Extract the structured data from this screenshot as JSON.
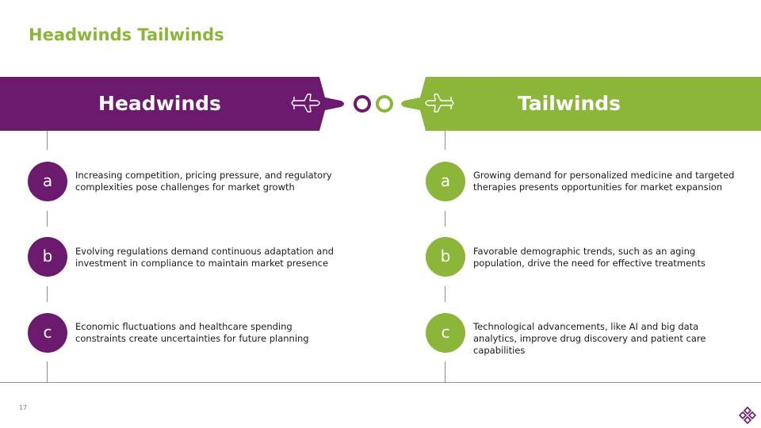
{
  "slide": {
    "title": "Headwinds Tailwinds",
    "page_number": "17"
  },
  "headwinds": {
    "heading": "Headwinds",
    "items": [
      {
        "letter": "a",
        "text": "Increasing competition, pricing pressure, and regulatory complexities pose challenges for market growth"
      },
      {
        "letter": "b",
        "text": "Evolving regulations demand continuous adaptation and investment in compliance to maintain market presence"
      },
      {
        "letter": "c",
        "text": "Economic fluctuations and healthcare spending constraints create uncertainties for future planning"
      }
    ]
  },
  "tailwinds": {
    "heading": "Tailwinds",
    "items": [
      {
        "letter": "a",
        "text": "Growing demand for personalized medicine and targeted therapies presents opportunities for market expansion"
      },
      {
        "letter": "b",
        "text": "Favorable demographic trends, such as an aging population, drive the need for effective treatments"
      },
      {
        "letter": "c",
        "text": "Technological advancements, like AI and big data analytics, improve drug discovery and patient care capabilities"
      }
    ]
  },
  "colors": {
    "purple": "#6b1a6e",
    "green": "#8bb63a",
    "title_green": "#8bb63a"
  },
  "icons": {
    "left_plane": "airplane-icon",
    "right_plane": "airplane-icon",
    "left_ring": "ring-icon",
    "right_ring": "ring-icon",
    "logo": "diamond-logo-icon"
  }
}
